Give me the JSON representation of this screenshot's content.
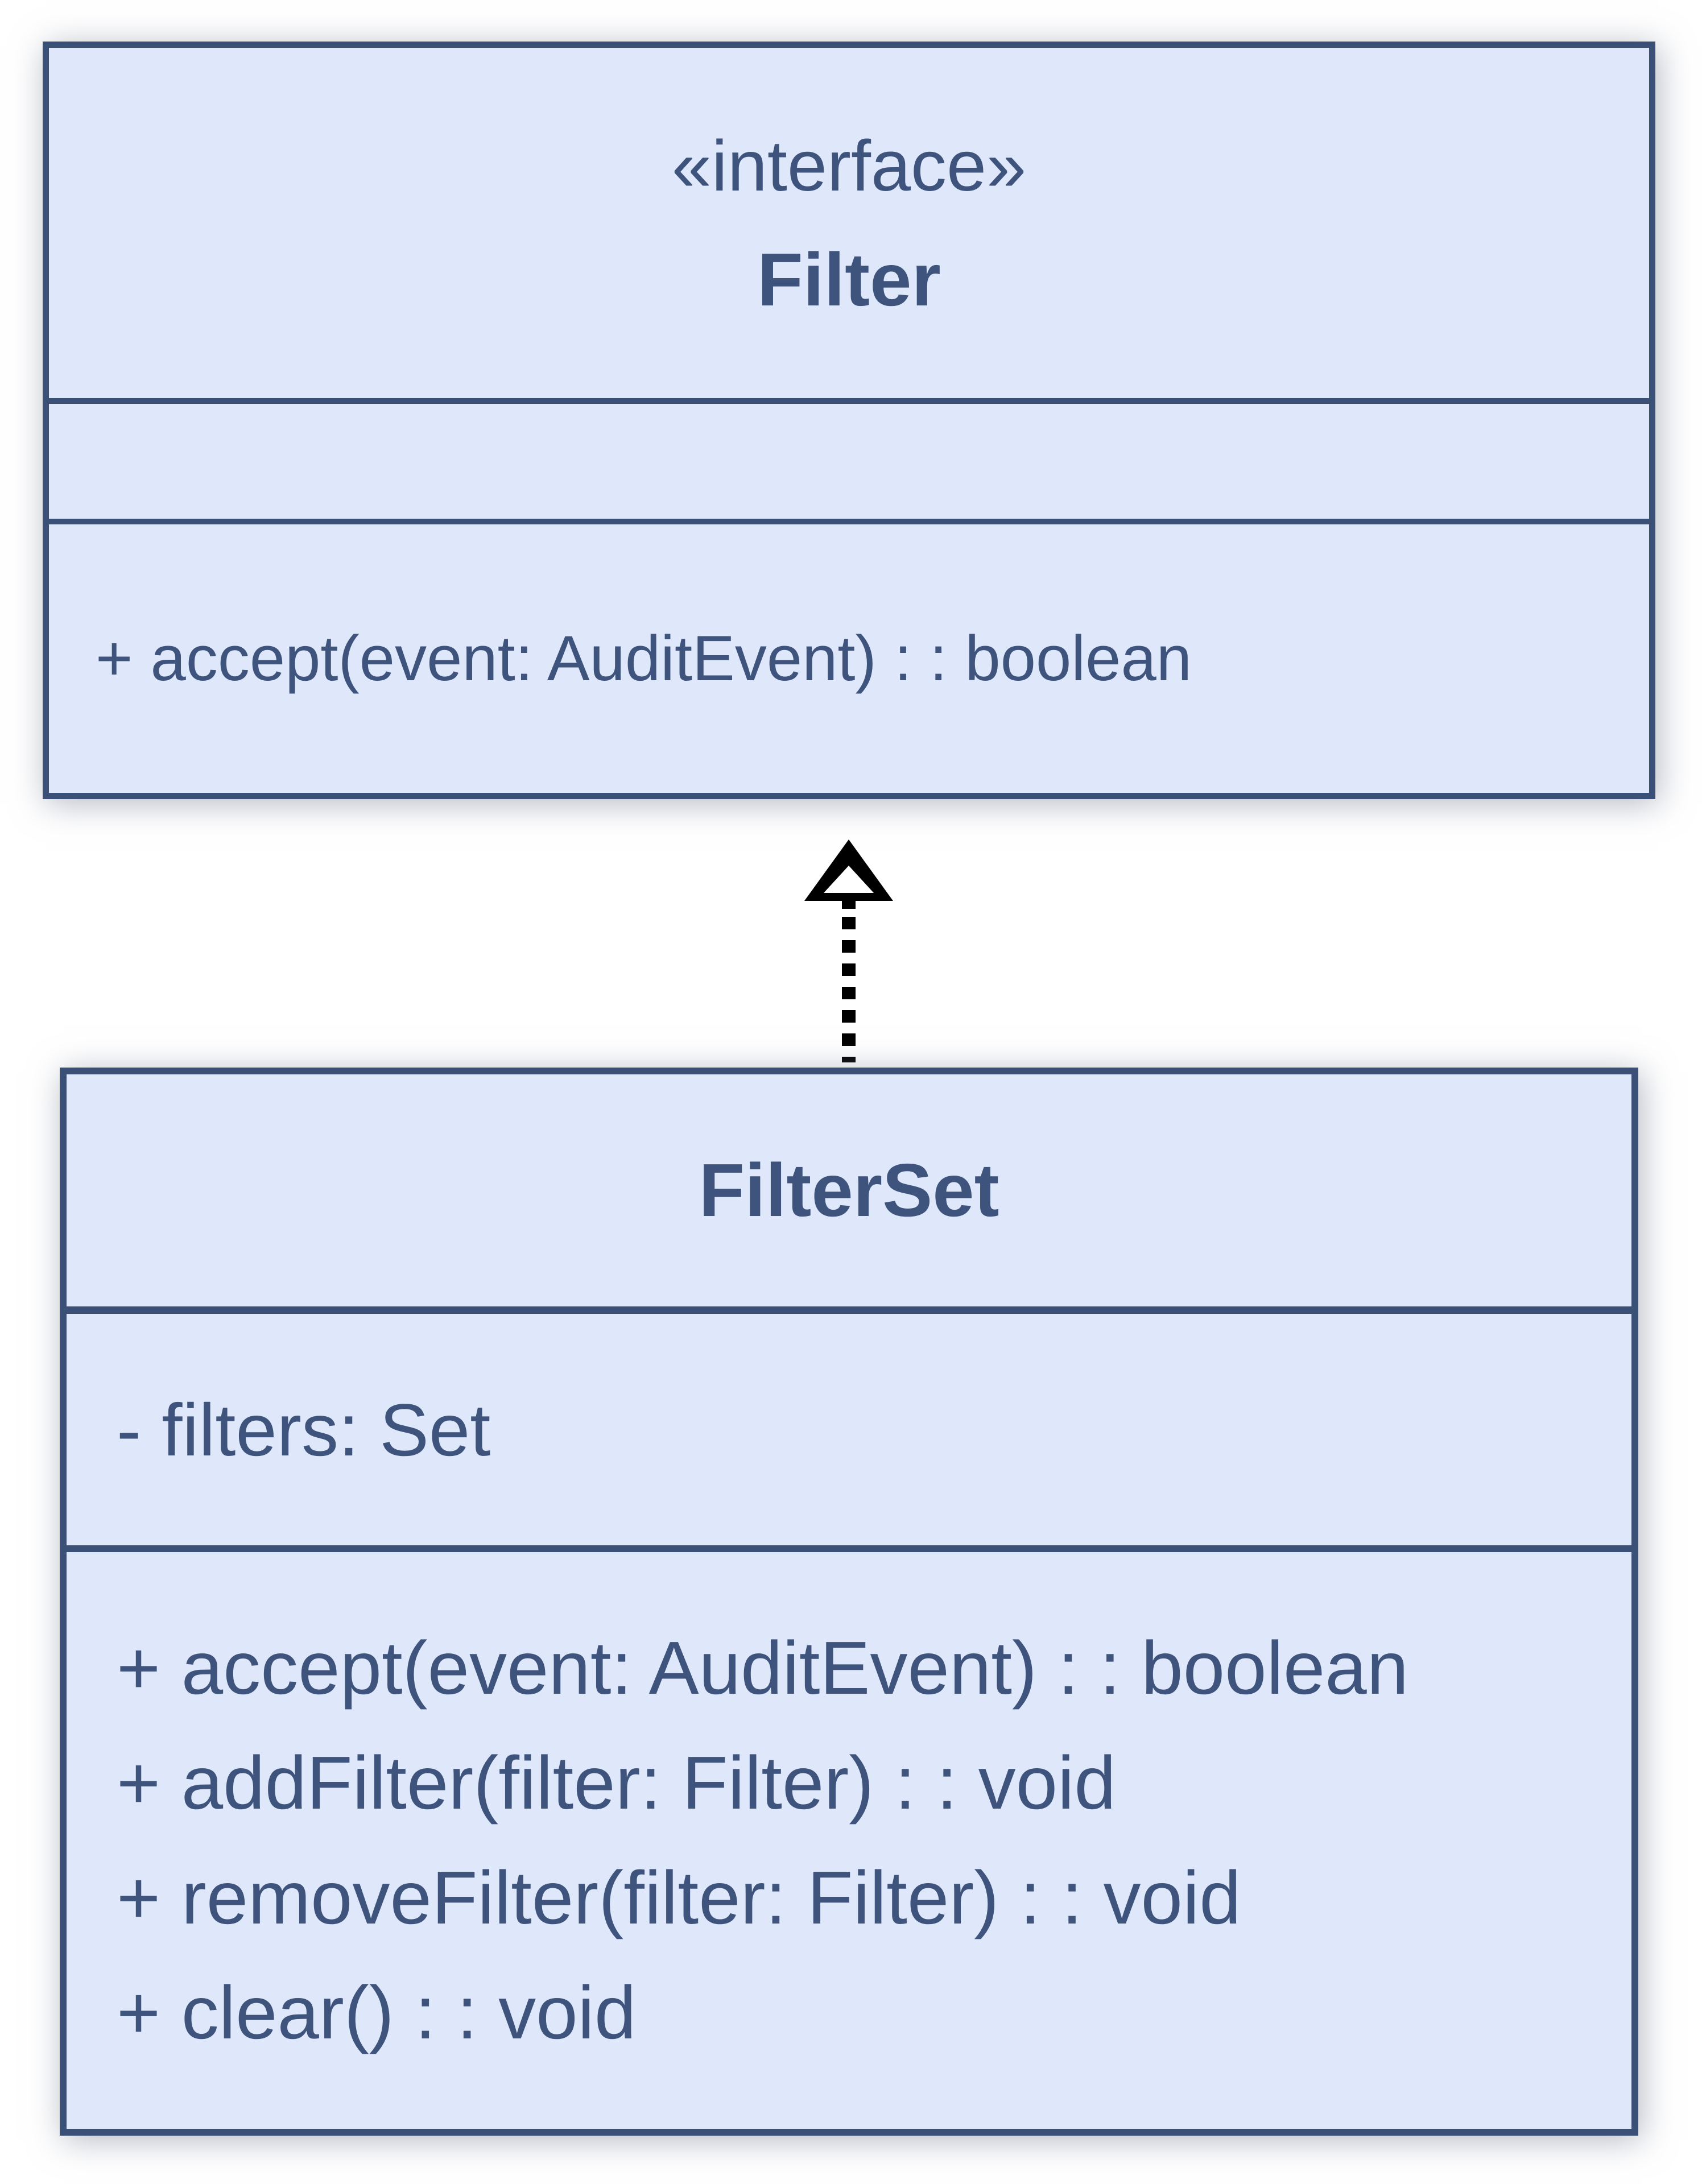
{
  "colors": {
    "background": "#ffffff",
    "box_fill": "#dfe7fb",
    "box_border": "#3a5077",
    "text": "#3e547c",
    "arrow": "#000000"
  },
  "interface_box": {
    "stereotype": "«interface»",
    "name": "Filter",
    "attributes": [],
    "methods": [
      "+ accept(event: AuditEvent) : : boolean"
    ]
  },
  "class_box": {
    "name": "FilterSet",
    "attributes": [
      "- filters: Set"
    ],
    "methods": [
      "+ accept(event: AuditEvent) : : boolean",
      "+ addFilter(filter: Filter) : : void",
      "+ removeFilter(filter: Filter) : : void",
      "+ clear() : : void"
    ]
  },
  "relationship": {
    "type": "realization",
    "from": "FilterSet",
    "to": "Filter"
  }
}
